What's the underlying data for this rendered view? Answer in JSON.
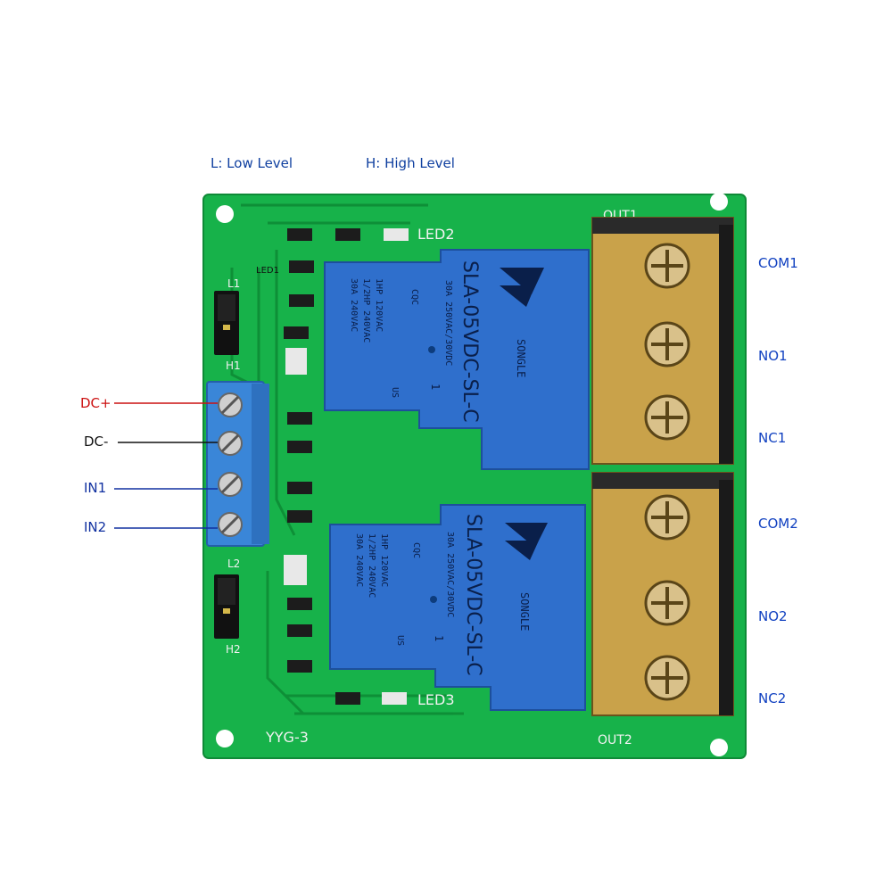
{
  "legend": {
    "low": "L: Low Level",
    "high": "H: High Level"
  },
  "input_pins": [
    {
      "label": "DC+",
      "color": "#cc1111"
    },
    {
      "label": "DC-",
      "color": "#111111"
    },
    {
      "label": "IN1",
      "color": "#1030a0"
    },
    {
      "label": "IN2",
      "color": "#1030a0"
    }
  ],
  "output_terminals": [
    "COM1",
    "NO1",
    "NC1",
    "COM2",
    "NO2",
    "NC2"
  ],
  "board": {
    "silk_out1": "OUT1",
    "silk_out2": "OUT2",
    "silk_led1": "LED1",
    "silk_led2": "LED2",
    "silk_led3": "LED3",
    "silk_l1": "L1",
    "silk_h1": "H1",
    "silk_l2": "L2",
    "silk_h2": "H2",
    "model": "YYG-3"
  },
  "relay": {
    "model": "SLA-05VDC-SL-C",
    "brand": "SONGLE",
    "ratings": [
      "30A 250VAC/30VDC",
      "1HP 120VAC",
      "1/2HP 240VAC",
      "30A 240VAC"
    ],
    "cqc": "CQC",
    "ul": "US",
    "number": "1"
  },
  "colors": {
    "pcb": "#17b24a",
    "relay": "#2f6fcc",
    "input_block": "#3a86d8",
    "output_block": "#c9a24a"
  }
}
